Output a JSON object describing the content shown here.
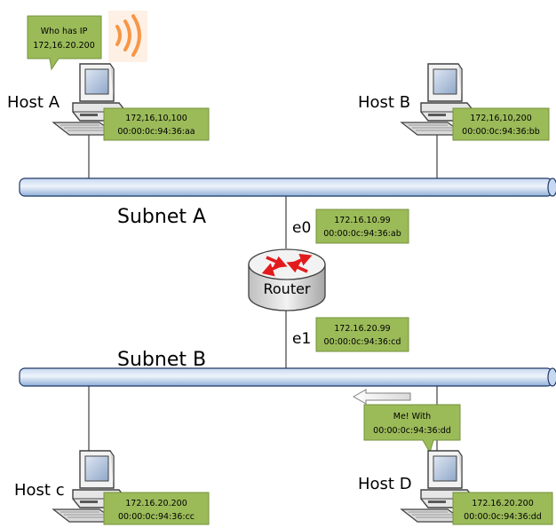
{
  "hosts": {
    "a": {
      "name": "Host A",
      "ip": "172,16,10,100",
      "mac": "00:00:0c:94:36:aa"
    },
    "b": {
      "name": "Host B",
      "ip": "172,16,10,200",
      "mac": "00:00:0c:94:36:bb"
    },
    "c": {
      "name": "Host c",
      "ip": "172.16.20.200",
      "mac": "00:00:0c:94:36:cc"
    },
    "d": {
      "name": "Host D",
      "ip": "172.16.20.200",
      "mac": "00:00:0c:94:36:dd"
    }
  },
  "router": {
    "label": "Router",
    "e0": {
      "name": "e0",
      "ip": "172.16.10.99",
      "mac": "00:00:0c:94:36:ab"
    },
    "e1": {
      "name": "e1",
      "ip": "172.16.20.99",
      "mac": "00:00:0c:94:36:cd"
    }
  },
  "subnets": {
    "a": "Subnet A",
    "b": "Subnet B"
  },
  "callouts": {
    "request": {
      "line1": "Who has IP",
      "line2": "172,16.20.200"
    },
    "reply": {
      "line1": "Me! With",
      "line2": "00:00:0c:94:36:dd"
    }
  },
  "colors": {
    "label_box": "#9bbb59",
    "label_border": "#76923c",
    "cable_light": "#dbe5f1",
    "cable_dark": "#95b3d7",
    "router_arrows": "#e31a1c",
    "signal": "#f79646"
  }
}
